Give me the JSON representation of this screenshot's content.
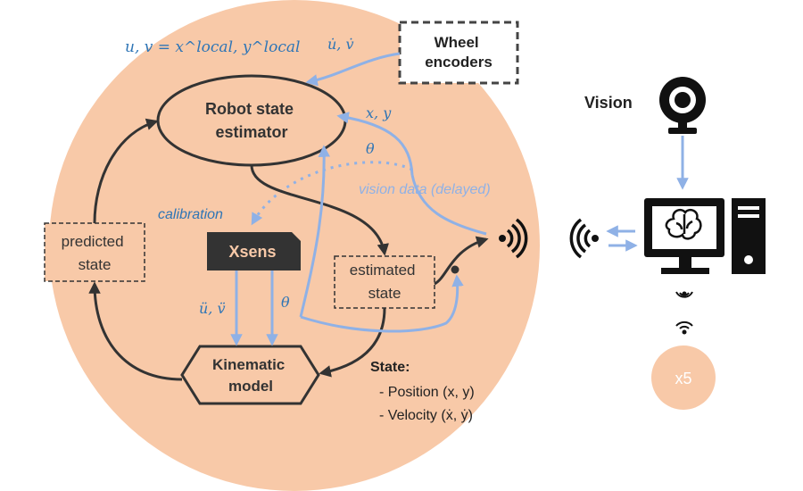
{
  "nodes": {
    "robot_state_estimator": [
      "Robot state",
      "estimator"
    ],
    "wheel_encoders": [
      "Wheel",
      "encoders"
    ],
    "xsens": "Xsens",
    "predicted_state": [
      "predicted",
      "state"
    ],
    "estimated_state": [
      "estimated",
      "state"
    ],
    "kinematic_model": [
      "Kinematic",
      "model"
    ],
    "vision": "Vision",
    "robot_count": "x5"
  },
  "labels": {
    "uv_equation": "u, v = x^local, y^local",
    "udot_vdot": "u̇, v̇",
    "xy": "x, y",
    "theta_top": "θ",
    "vision_data": "vision data (delayed)",
    "calibration": "calibration",
    "uddot_vddot": "ü, v̈",
    "theta_bottom": "θ",
    "state_title": "State:",
    "state_position": "- Position (x, y)",
    "state_velocity": "- Velocity (ẋ, ẏ)"
  },
  "colors": {
    "robot_body": "#f8c9a8",
    "robot_count_circle": "#f8c9a8",
    "dark_arrow": "#333333",
    "blue_arrow": "#8fb1e6",
    "blue_text": "#2e75b6",
    "xsens_box": "#333333"
  },
  "icons": {
    "vision": "webcam-icon",
    "computer": "computer-brain-icon",
    "robot_transmit": "wireless-signal-icon",
    "computer_transmit": "wireless-signal-icon",
    "broadcast_down": "broadcast-down-icon",
    "broadcast_wifi": "wifi-icon"
  }
}
